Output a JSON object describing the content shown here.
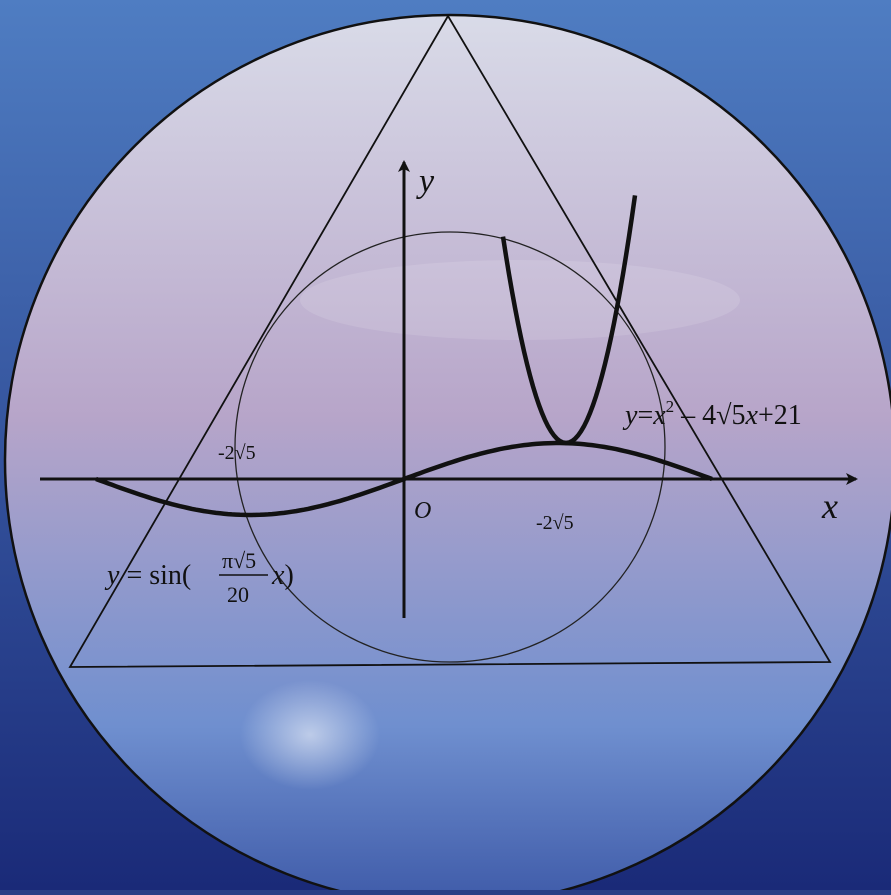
{
  "colors": {
    "background_outer_top": "#4f7dc2",
    "background_outer_bottom": "#1a2a78",
    "disc_light": "#d9dbe8",
    "disc_mauve": "#b7a5c9",
    "disc_blue": "#6f8fcf",
    "line": "#111111"
  },
  "axes": {
    "x_label": "x",
    "y_label": "y",
    "origin_label": "O"
  },
  "tick_labels": {
    "left": "-2√5",
    "right": "-2√5"
  },
  "equations": {
    "parabola": {
      "lhs": "y",
      "eq": "=",
      "x": "x",
      "sup": "2",
      "minus": " – 4",
      "radical": "√5",
      "tail_x": "x",
      "tail": "+21"
    },
    "sine": {
      "lhs": "y",
      "eq": " = sin(",
      "numerator": "π√5",
      "denominator": "20",
      "x": "x",
      "close": ")"
    }
  },
  "icons": {
    "decorative_disc": "circular-emblem"
  }
}
